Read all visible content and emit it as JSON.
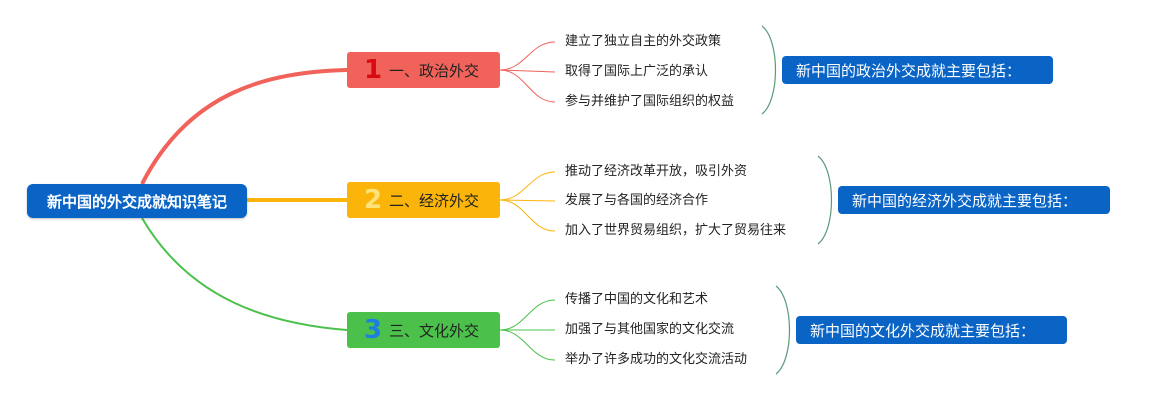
{
  "root": {
    "label": "新中国的外交成就知识笔记"
  },
  "colors": {
    "root": "#0a64c6",
    "branch1": "#f0625a",
    "branch2": "#fbb40a",
    "branch3": "#4bc14b",
    "summary": "#0a64c6"
  },
  "branches": [
    {
      "number": "1",
      "label": "一、政治外交",
      "items": [
        "建立了独立自主的外交政策",
        "取得了国际上广泛的承认",
        "参与并维护了国际组织的权益"
      ],
      "summary": "新中国的政治外交成就主要包括："
    },
    {
      "number": "2",
      "label": "二、经济外交",
      "items": [
        "推动了经济改革开放，吸引外资",
        "发展了与各国的经济合作",
        "加入了世界贸易组织，扩大了贸易往来"
      ],
      "summary": "新中国的经济外交成就主要包括："
    },
    {
      "number": "3",
      "label": "三、文化外交",
      "items": [
        "传播了中国的文化和艺术",
        "加强了与其他国家的文化交流",
        "举办了许多成功的文化交流活动"
      ],
      "summary": "新中国的文化外交成就主要包括："
    }
  ]
}
